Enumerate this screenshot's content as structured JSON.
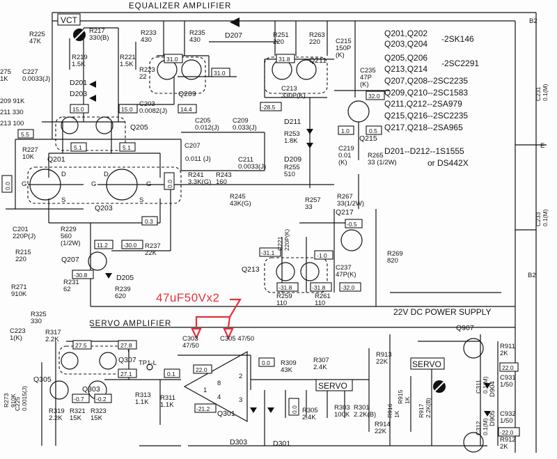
{
  "titles": {
    "equalizer": "EQUALIZER  AMPLIFIER",
    "servo": "SERVO  AMPLIFIER",
    "supply": "22V DC  POWER  SUPPLY",
    "annotation": "47uF50Vx2"
  },
  "boxed": {
    "vct": "VCT",
    "servo": "SERVO",
    "servo2": "SERVO"
  },
  "rails": {
    "b2_top": "B2",
    "e_right": "E",
    "b2_mid": "B2"
  },
  "legend": [
    "Q201,Q202",
    "Q203,Q204",
    "-2SK146",
    "Q205,Q206",
    "Q213,Q214",
    "-2SC2291",
    "Q207,Q208--2SC2235",
    "Q209,Q210--2SC1583",
    "Q211,Q212--2SA979",
    "Q215,Q216--2SC2235",
    "Q217,Q218--2SA965",
    "D201--D212--1S1555",
    "or DS442X"
  ],
  "transistors": {
    "q205": "Q205",
    "q201": "Q201",
    "q203": "Q203",
    "q209": "Q209",
    "q211": "Q211",
    "q215": "Q215",
    "q217": "Q217",
    "q213": "Q213",
    "q207": "Q207",
    "q305": "Q305",
    "q303": "Q303",
    "q307": "Q307",
    "q301": "Q301",
    "q907": "Q907"
  },
  "diodes": {
    "d201": "D201",
    "d203": "D203",
    "d207": "D207",
    "d211": "D211",
    "d209": "D209",
    "d205": "D205",
    "d303": "D303",
    "d301": "D301",
    "d904": "D904",
    "d905": "D905"
  },
  "voltages": {
    "v55": "5.5",
    "v150a": "15.0",
    "v150b": "15.0",
    "v51a": "5.1",
    "v51b": "5.1",
    "v144": "14.4",
    "v310a": "31.0",
    "v310b": "31.0",
    "v318": "31.8",
    "v285": "-28.5",
    "v320": "32.0",
    "v10": "1.0",
    "v05": "0.5",
    "v00a": "0.0",
    "v00b": "0.0",
    "v03": "0.3",
    "v112": "11.2",
    "v300a": "-30.0",
    "v300b": "-30.8",
    "vm05": "-0.5",
    "vm10": "-1.0",
    "vm311": "-31.1",
    "vm318": "-31.8",
    "vm318b": "-31.8",
    "vm320": "-32.0",
    "v275": "27.5",
    "v278": "27.8",
    "v271": "27.1",
    "v01": "0.1",
    "v220": "22.0",
    "v00c": "0.0",
    "vm07": "-0.7",
    "vm02": "-0.2",
    "vm212": "-21.2",
    "v00d": "0.0",
    "v220b": "22.0",
    "v220c": "-22.0"
  },
  "resistors": {
    "r225": "R225\n47K",
    "r217": "R217\n330(B)",
    "r219": "R219\n1.5K",
    "r221": "R221\n1.5K",
    "r223": "R223\n22",
    "r233": "R233\n430",
    "r235": "R235\n430",
    "r251": "R251\n220",
    "r263": "R263\n220",
    "r227": "R227\n10K",
    "r229": "R229\n560\n(1/2W)",
    "r237": "R237\n22K",
    "r231": "R231\n62",
    "r239": "R239\n620",
    "r241": "R241\n3.3K(G)",
    "r243": "R243\n160",
    "r245": "R245\n43K(G)",
    "r253": "R253\n1.8K",
    "r255": "R255\n510",
    "r265": "R265\n33 (1/2W)",
    "r267": "R267\n33(1/2W)",
    "r257": "R257\n33",
    "r269": "R269\n820",
    "r259": "R259\n110",
    "r261": "R261\n110",
    "r215": "R215\n220",
    "r271": "R271\n910K",
    "r325": "R325\n330",
    "r317": "R317\n2.2K",
    "r319": "R319\n2.2K",
    "r321": "R321\n15K",
    "r323": "R323\n15K",
    "r313": "R313\n1.1K",
    "r311": "R311\n1.1K",
    "r309": "R309\n43K",
    "r307": "R307\n2.4K",
    "r305": "R305\n2.4K",
    "r303": "R303\n100K",
    "r301": "R301\n2.2K(B)",
    "r913": "R913\n22K",
    "r915": "R915\n1K",
    "r916": "R916\n1K",
    "r914": "R914\n22K",
    "r911": "R911\n2K",
    "r912": "R912\n2K",
    "r273": "R273\n910K",
    "r275": "275\n1K",
    "r209": "209 91K",
    "r211": "211 330",
    "r213": "213 100",
    "r917": "R917\n2.2K(B)"
  },
  "capacitors": {
    "c227": "C227\n0.0033(J)",
    "c203": "C203\n0.0082(J)",
    "c205": "C205\n0.012(J)",
    "c209": "C209\n0.033(J)",
    "c207": "C207",
    "c207v": "0.011 (J)",
    "c211": "C211\n0.0033(J)",
    "c213": "C213\n330P(K)",
    "c215": "C215\n150P\n(K)",
    "c235": "C235\n47P\n(K)",
    "c219": "C219\n0.01\n(K)",
    "c221": "C221\n220P(K)",
    "c237": "C237\n47P(K)",
    "c201": "C201\n220P(J)",
    "c223": "C223\n1(K)",
    "c225": "C225\n0.0015(J)",
    "c303": "C303\n47/50",
    "c305": "C305 47/50",
    "c231": "C231\n0.1(M)",
    "c233": "C233\n0.1(M)",
    "c311": "C311\n0.1(M)",
    "c931": "C931\n1/50",
    "c932": "C932\n1/50",
    "c312": "C312\n0.1(M)"
  },
  "misc": {
    "tp1": "TP1-L",
    "pin8": "8",
    "pin2": "2",
    "pin3": "3",
    "pin4": "4",
    "pin1": "1",
    "g": "G",
    "d": "D",
    "s": "S"
  },
  "colors": {
    "ink": "#111111",
    "annotation": "#e5303a",
    "paper": "#fdfdfd"
  }
}
